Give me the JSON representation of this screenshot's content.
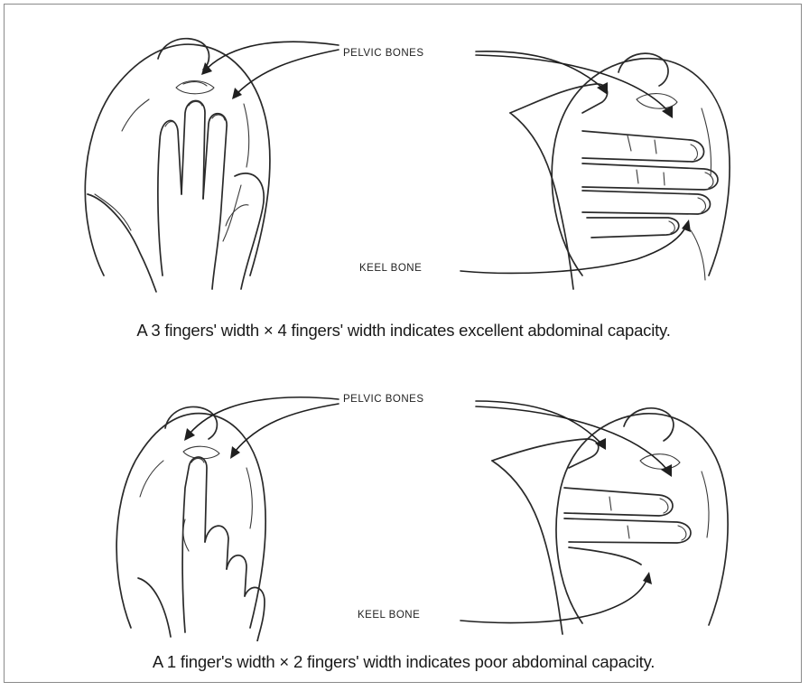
{
  "panels": [
    {
      "pelvic_label": "PELVIC BONES",
      "keel_label": "KEEL BONE",
      "caption": "A 3 fingers' width × 4 fingers' width indicates excellent abdominal capacity."
    },
    {
      "pelvic_label": "PELVIC BONES",
      "keel_label": "KEEL BONE",
      "caption": "A 1 finger's width × 2 fingers' width indicates poor abdominal capacity."
    }
  ]
}
